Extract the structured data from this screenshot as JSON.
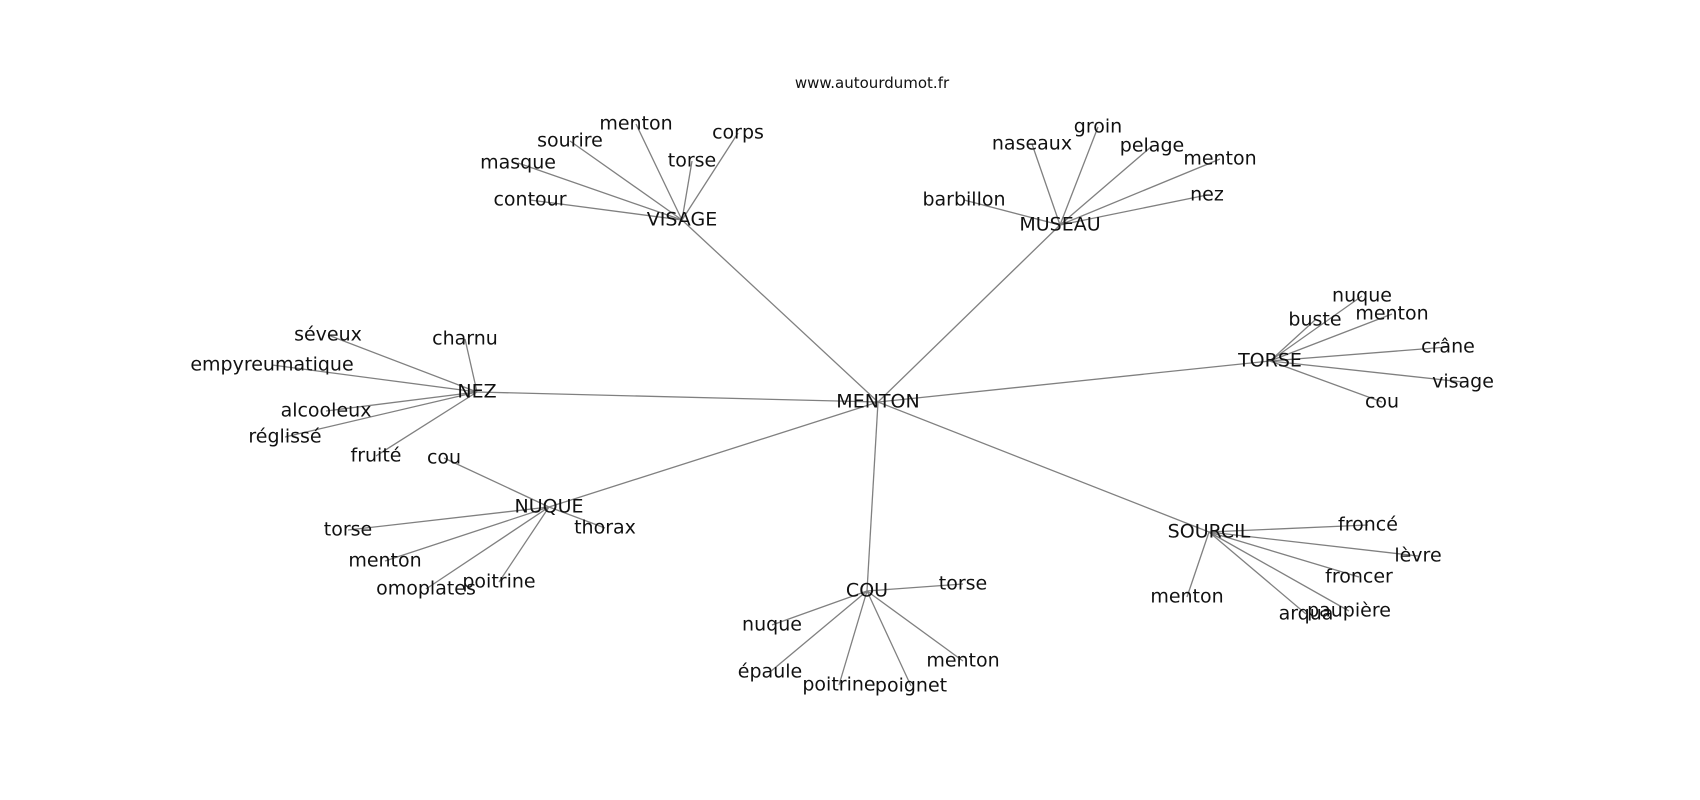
{
  "site": "www.autourdumot.fr",
  "center": "MENTON",
  "groups": {
    "visage": {
      "hub": "VISAGE",
      "leaves": [
        "contour",
        "masque",
        "sourire",
        "menton",
        "torse",
        "corps"
      ]
    },
    "museau": {
      "hub": "MUSEAU",
      "leaves": [
        "barbillon",
        "naseaux",
        "groin",
        "pelage",
        "menton",
        "nez"
      ]
    },
    "torse": {
      "hub": "TORSE",
      "leaves": [
        "buste",
        "nuque",
        "menton",
        "crâne",
        "visage",
        "cou"
      ]
    },
    "nez": {
      "hub": "NEZ",
      "leaves": [
        "séveux",
        "charnu",
        "empyreumatique",
        "alcooleux",
        "réglissé",
        "fruité"
      ]
    },
    "nuque": {
      "hub": "NUQUE",
      "leaves": [
        "cou",
        "torse",
        "menton",
        "omoplates",
        "poitrine",
        "thorax"
      ]
    },
    "cou": {
      "hub": "COU",
      "leaves": [
        "torse",
        "nuque",
        "épaule",
        "poitrine",
        "poignet",
        "menton"
      ]
    },
    "sourcil": {
      "hub": "SOURCIL",
      "leaves": [
        "froncé",
        "lèvre",
        "froncer",
        "paupière",
        "arqua",
        "menton"
      ]
    }
  }
}
